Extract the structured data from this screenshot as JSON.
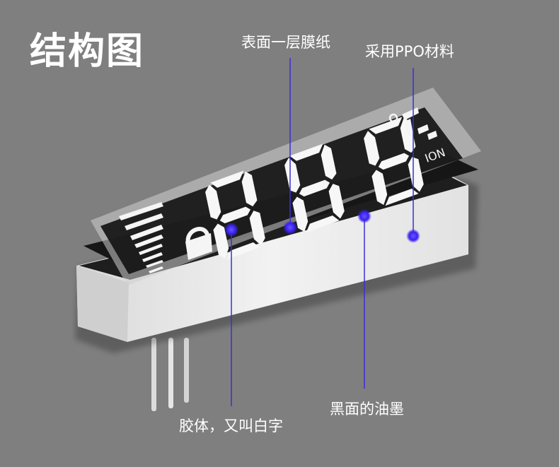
{
  "title": "结构图",
  "labels": {
    "surface_film": "表面一层膜纸",
    "ppo_material": "采用PPO材料",
    "black_ink": "黑面的油墨",
    "body": "胶体，又叫白字"
  },
  "display": {
    "digits": "888",
    "unit": "°C",
    "ion": "ION"
  },
  "colors": {
    "background": "#7f7f7f",
    "leader_line": "#3b2fd8",
    "marker": "#4a2cff",
    "display_black": "#141414",
    "body_white": "#e9e9e9"
  }
}
